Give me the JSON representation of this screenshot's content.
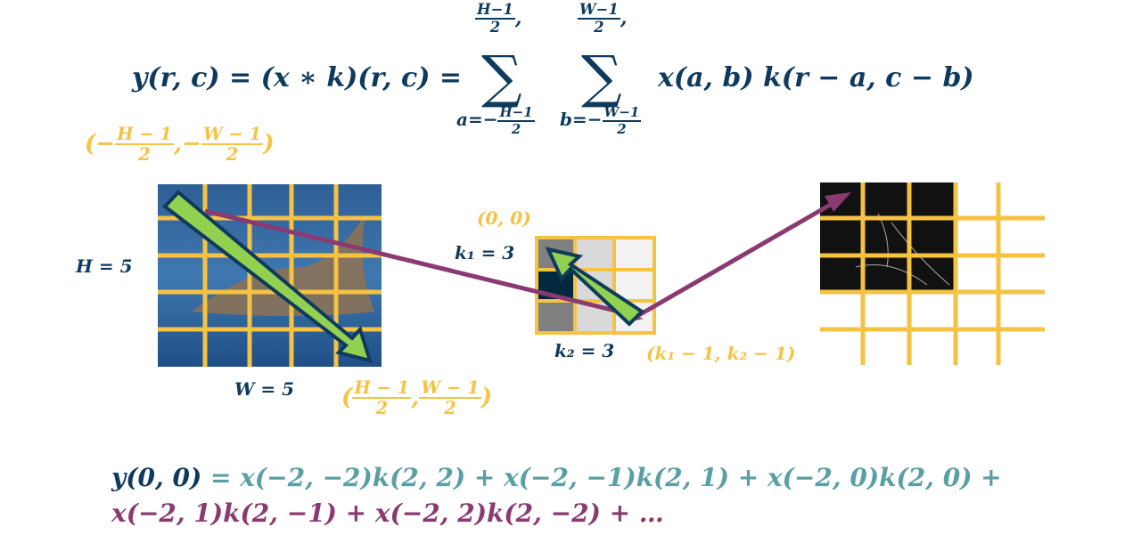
{
  "equation": {
    "lhs": "y(r, c) = (x ∗ k)(r, c)  =",
    "sum": "∑",
    "upper_a_num": "H−1",
    "upper_a_den": "2",
    "upper_b_num": "W−1",
    "upper_b_den": "2",
    "lower_a_pre": "a=−",
    "lower_a_num": "H−1",
    "lower_a_den": "2",
    "lower_b_pre": "b=−",
    "lower_b_num": "W−1",
    "lower_b_den": "2",
    "body": "x(a, b) k(r − a, c − b)"
  },
  "image_labels": {
    "top_left_num1": "H − 1",
    "top_left_num2": "W − 1",
    "den": "2",
    "height": "H = 5",
    "width": "W = 5",
    "bottom_right_num1": "H − 1",
    "bottom_right_num2": "W − 1"
  },
  "kernel_labels": {
    "origin": "(0, 0)",
    "k1": "k₁ = 3",
    "k2": "k₂ = 3",
    "end": "(k₁ − 1, k₂ − 1)"
  },
  "bottom": {
    "line1_lhs": "y(0, 0)",
    "line1_rhs": "= x(−2, −2)k(2, 2) + x(−2, −1)k(2, 1) + x(−2, 0)k(2, 0) +",
    "line2": "x(−2, 1)k(2, −1) + x(−2, 2)k(2, −2) + …"
  },
  "colors": {
    "navy": "#0e3a5e",
    "yellow": "#f5c243",
    "teal": "#5a9fa3",
    "purple": "#8a3a70",
    "green": "#92d050"
  }
}
